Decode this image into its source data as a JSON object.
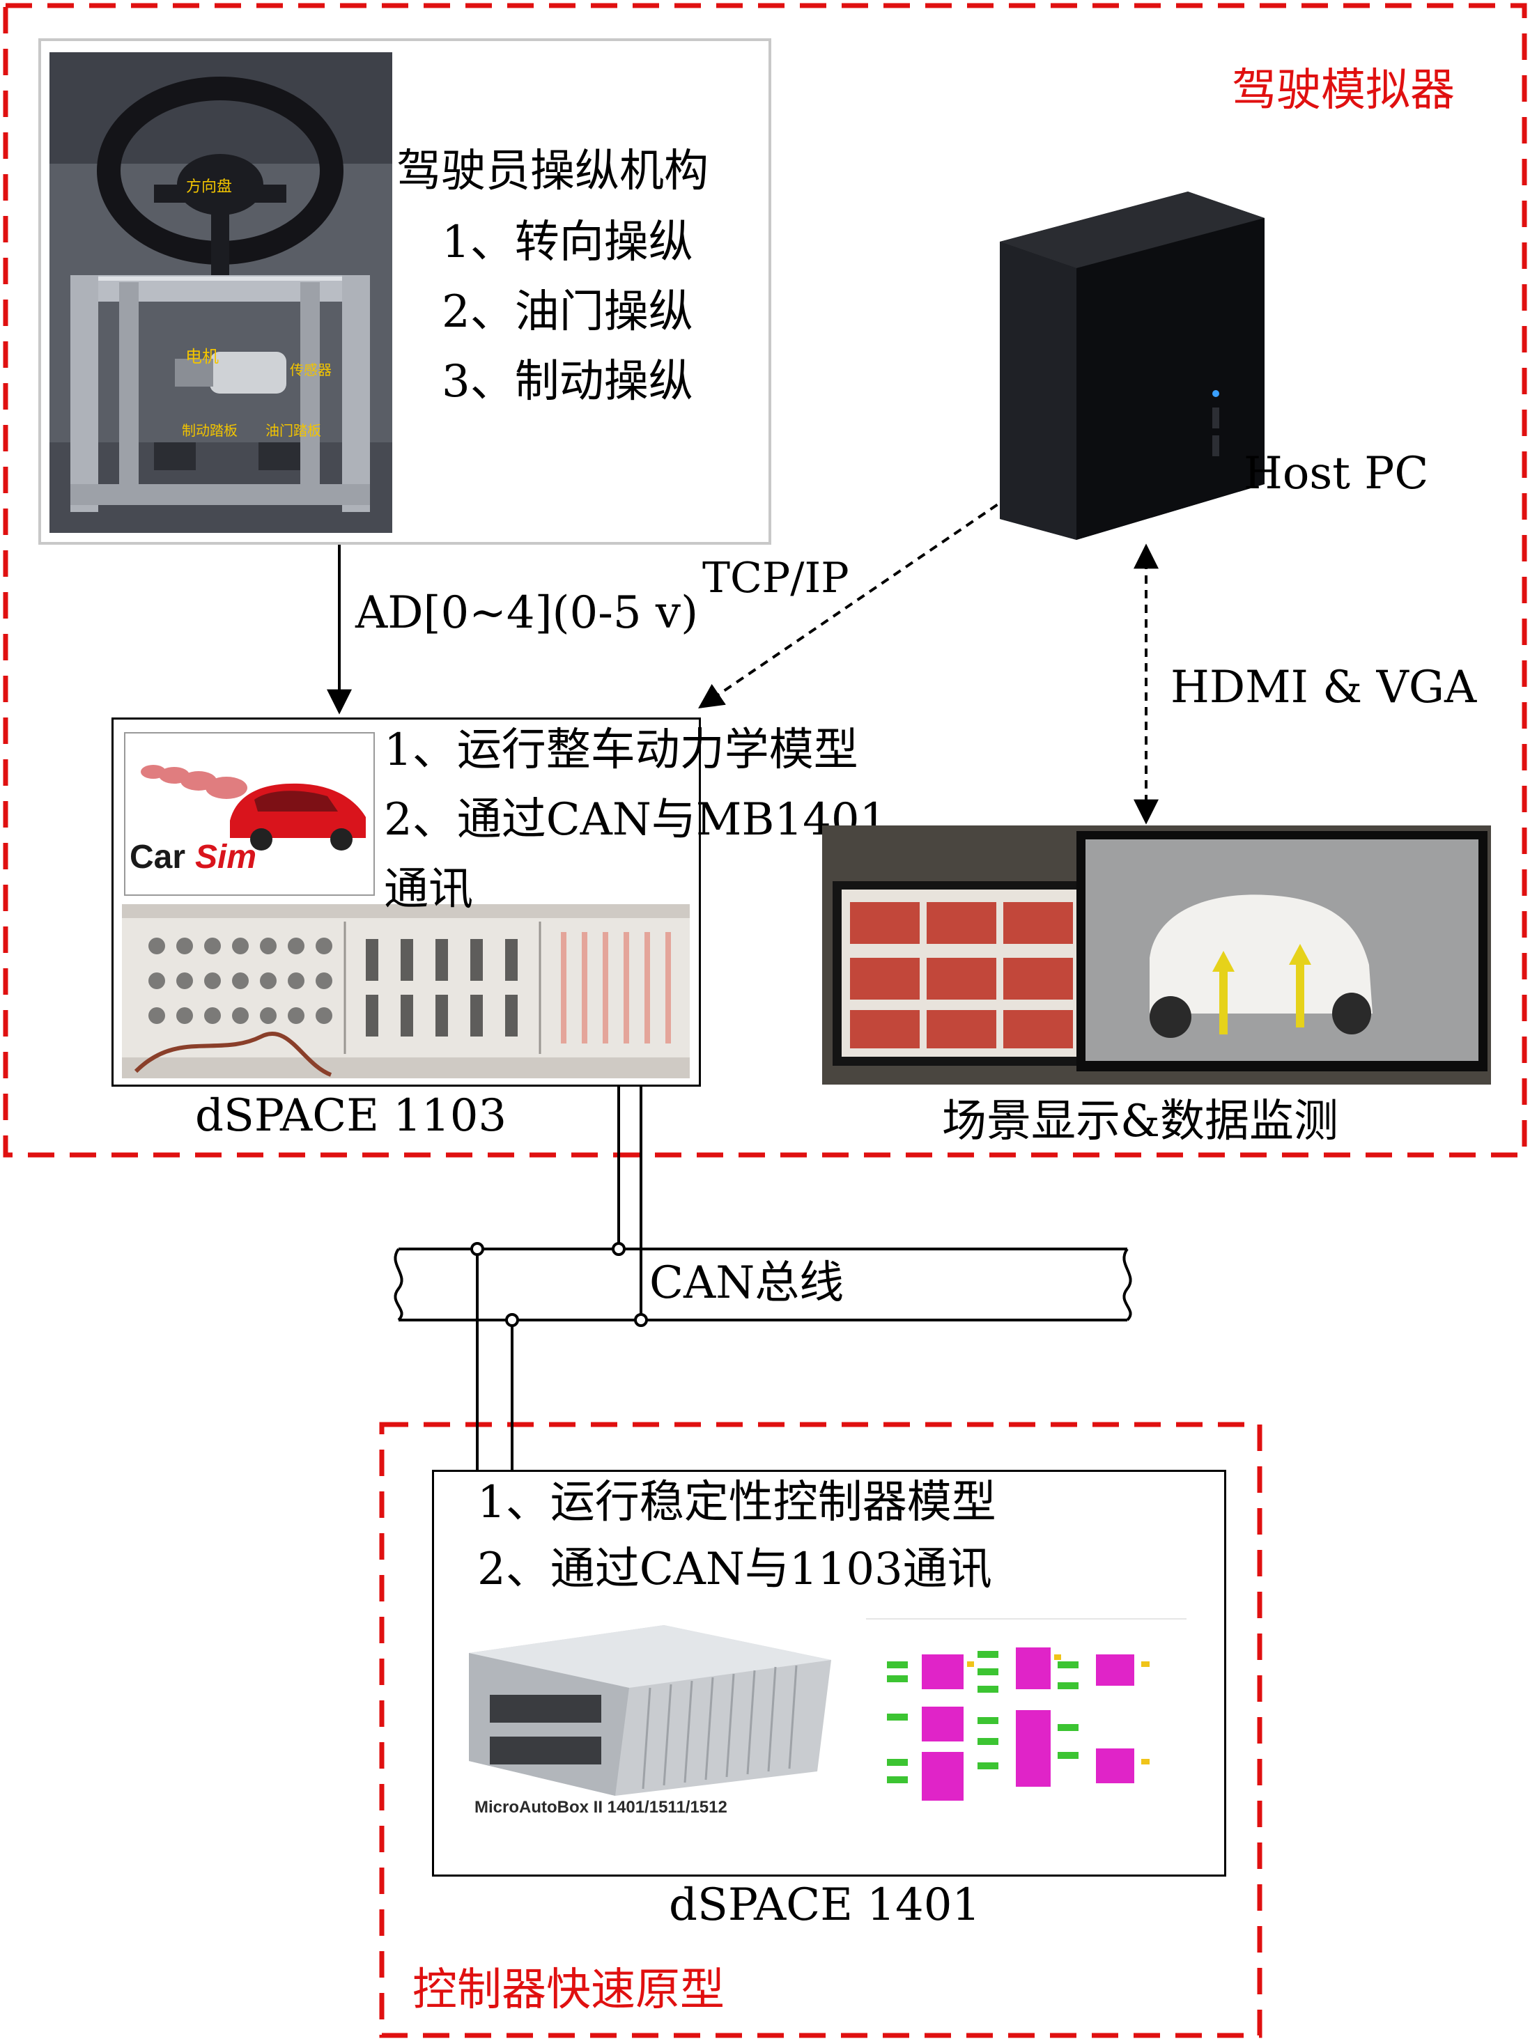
{
  "groups": {
    "simulator_label": "驾驶模拟器",
    "rcp_label": "控制器快速原型"
  },
  "driver_controls": {
    "heading": "驾驶员操纵机构",
    "items": [
      "1、转向操纵",
      "2、油门操纵",
      "3、制动操纵"
    ],
    "photo_tags": [
      "方向盘",
      "电机",
      "传感器",
      "制动踏板",
      "油门踏板"
    ]
  },
  "host_pc": {
    "label": "Host PC"
  },
  "links": {
    "analog": "AD[0~4](0-5 v)",
    "network": "TCP/IP",
    "video": "HDMI & VGA",
    "bus": "CAN总线"
  },
  "dspace_1103": {
    "lines": [
      "1、运行整车动力学模型",
      "2、通过CAN与MB1401",
      "通讯"
    ],
    "caption": "dSPACE 1103",
    "logo_text_a": "Car",
    "logo_text_b": "Sim"
  },
  "monitor": {
    "caption": "场景显示&数据监测"
  },
  "dspace_1401": {
    "lines": [
      "1、运行稳定性控制器模型",
      "2、通过CAN与1103通讯"
    ],
    "caption": "dSPACE 1401",
    "device_label": "MicroAutoBox II 1401/1511/1512"
  },
  "colors": {
    "group_border": "#e01010",
    "line": "#000000"
  }
}
